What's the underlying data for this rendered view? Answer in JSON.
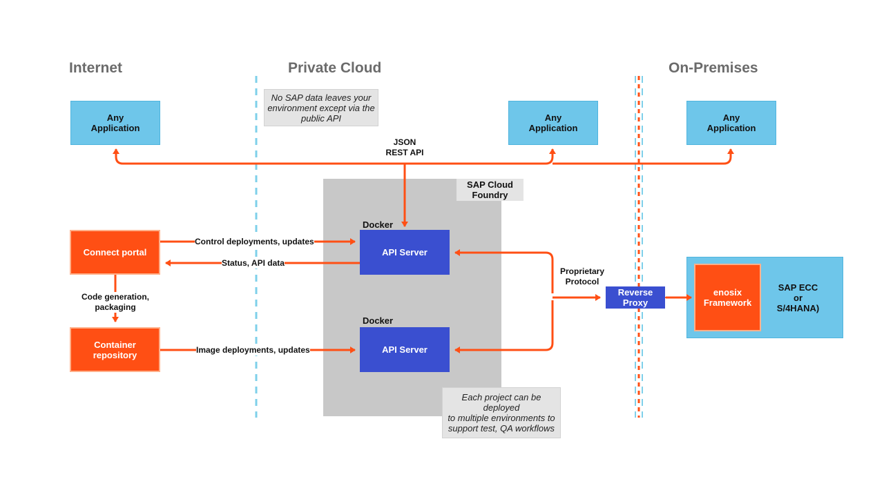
{
  "zones": {
    "internet": "Internet",
    "private_cloud": "Private Cloud",
    "on_premises": "On-Premises"
  },
  "notes": {
    "private_cloud": "No SAP data leaves your\nenvironment except via the\npublic API",
    "project": "Each project can be deployed\nto multiple environments to\nsupport test, QA workflows"
  },
  "apps": {
    "internet": "Any\nApplication",
    "private_cloud": "Any\nApplication",
    "on_premises": "Any\nApplication"
  },
  "api_label": "JSON\nREST API",
  "cloud_foundry": "SAP Cloud\nFoundry",
  "docker1": "Docker",
  "docker2": "Docker",
  "api_server1": "API Server",
  "api_server2": "API Server",
  "connect_portal": "Connect portal",
  "container_repository": "Container\nrepository",
  "edges": {
    "control": "Control deployments, updates",
    "status": "Status, API data",
    "codegen": "Code generation,\npackaging",
    "image": "Image deployments, updates",
    "proprietary": "Proprietary\nProtocol"
  },
  "reverse_proxy": "Reverse\nProxy",
  "enosix": "enosix\nFramework",
  "sap_ecc": "SAP ECC\nor\nS/4HANA)",
  "colors": {
    "arrow": "#ff4f14",
    "light_blue": "#6ec6ea",
    "navy": "#3a4fd0",
    "orange": "#ff4f14",
    "gray_panel": "#c8c8c8",
    "divider": "#7fd0ea"
  }
}
